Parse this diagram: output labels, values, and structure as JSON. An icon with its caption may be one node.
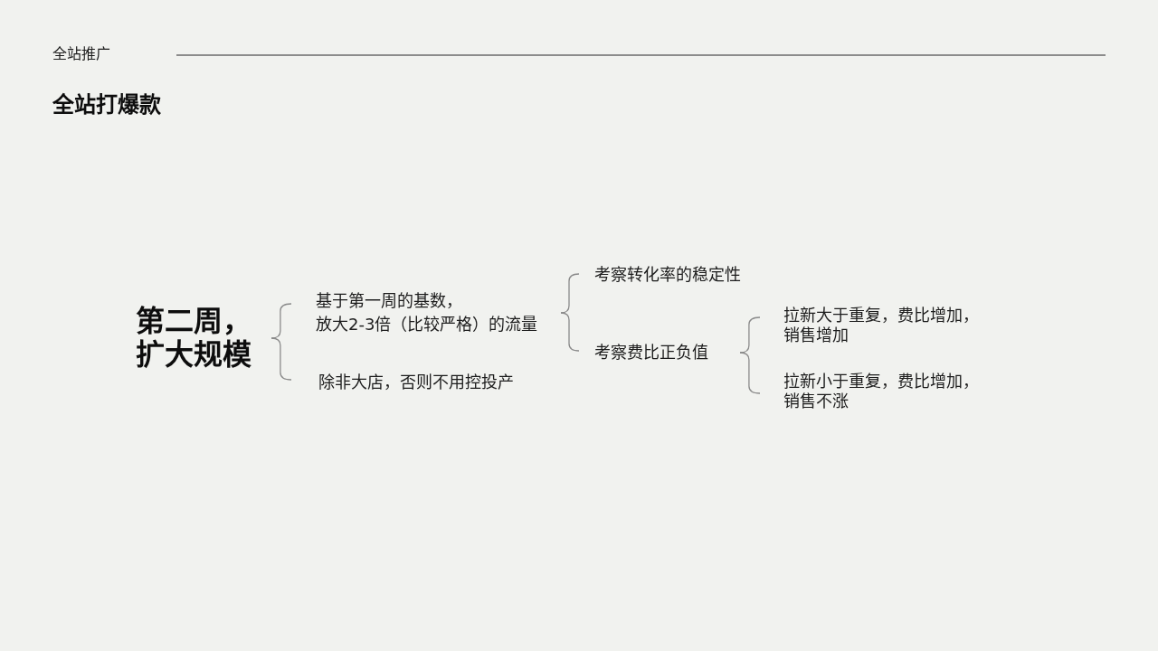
{
  "diagram": {
    "title": "全站打爆款",
    "nodes": [
      {
        "text": [
          "第二周，扩大规模"
        ]
      },
      {
        "text": [
          "基于第一周的基数，放大2-3倍（比较严格）的流量"
        ]
      },
      {
        "text": [
          "除非大店，否则不用控投产"
        ]
      },
      {
        "text": [
          "考察转化率的稳定性"
        ]
      },
      {
        "text": [
          "考察费比正负值"
        ]
      },
      {
        "text": [
          "拉新大于重复，费比增加，销售增加"
        ]
      },
      {
        "text": [
          "拉新小于重复，费比增加，销售不涨"
        ]
      }
    ],
    "edges": [
      {
        "from": 0,
        "to": 1,
        "arrow": "none"
      },
      {
        "from": 0,
        "to": 2,
        "arrow": "none"
      },
      {
        "from": 1,
        "to": 3,
        "arrow": "none"
      },
      {
        "from": 1,
        "to": 4,
        "arrow": "none"
      },
      {
        "from": 4,
        "to": 5,
        "arrow": "none"
      },
      {
        "from": 4,
        "to": 6,
        "arrow": "none"
      }
    ],
    "labels": [
      "全站推广"
    ]
  }
}
